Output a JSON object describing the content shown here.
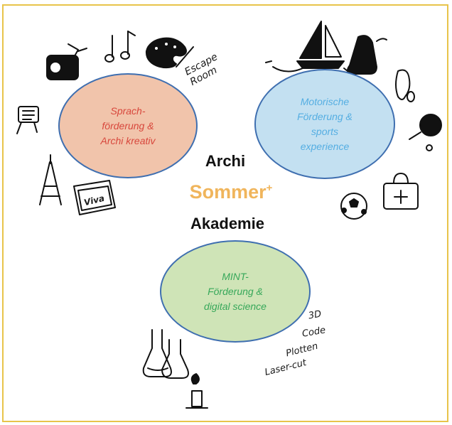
{
  "diagram": {
    "center": {
      "line1": "Archi",
      "line2": "Sommer",
      "line2_sup": "+",
      "line3": "Akademie"
    },
    "bubbles": {
      "sprach": "Sprach-\nförderung &\nArchi kreativ",
      "motorik": "Motorische\nFörderung &\nsports\nexperience",
      "mint": "MINT-\nFörderung &\ndigital science"
    },
    "handwritten": {
      "escape": "Escape\nRoom",
      "viva": "Viva",
      "mint_notes": [
        "3D",
        "Code",
        "Plotten",
        "Laser-cut"
      ]
    },
    "colors": {
      "frame": "#e8c44a",
      "sprach_fill": "#f1c4ab",
      "motorik_fill": "#c3e0f1",
      "mint_fill": "#cfe4b7",
      "sommer_text": "#f0b55c"
    },
    "icons": [
      "theater-icon",
      "music-notes-icon",
      "palette-icon",
      "flags-icon",
      "eiffel-tower-icon",
      "viva-card-icon",
      "sailboat-icon",
      "rowboat-icon",
      "shoe-icon",
      "footprint-icon",
      "ping-pong-icon",
      "soccer-ball-icon",
      "first-aid-bag-icon",
      "flasks-icon",
      "bunsen-burner-icon"
    ]
  }
}
